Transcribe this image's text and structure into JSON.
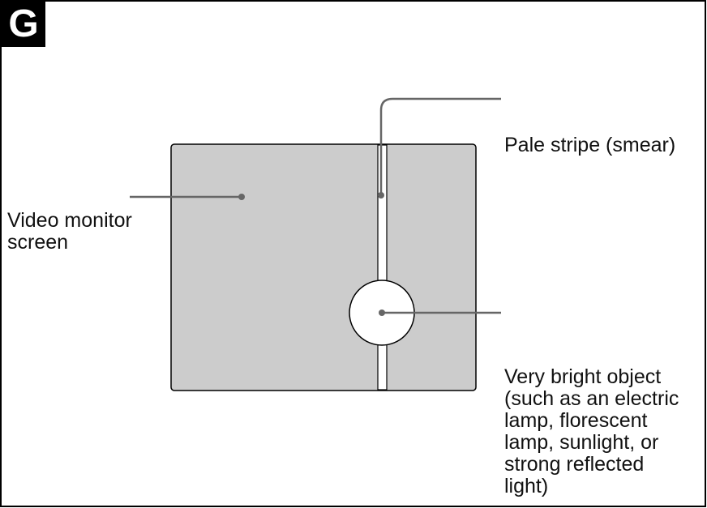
{
  "figure": {
    "badge_letter": "G"
  },
  "labels": {
    "monitor_screen": [
      "Video monitor",
      "screen"
    ],
    "smear": "Pale stripe (smear)",
    "bright_object": [
      "Very bright object",
      "(such as an electric",
      "lamp, florescent",
      "lamp, sunlight, or",
      "strong reflected",
      "light)"
    ]
  },
  "colors": {
    "screen_fill": "#cccccc",
    "outline": "#000000",
    "leader": "#666666",
    "badge_bg": "#000000"
  }
}
